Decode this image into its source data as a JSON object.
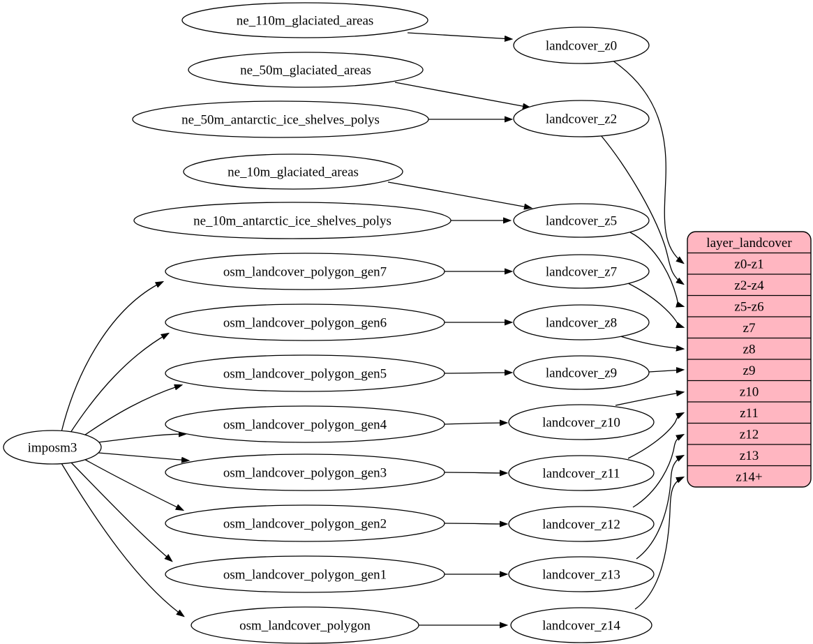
{
  "diagram": {
    "type": "dependency-graph",
    "colors": {
      "background": "#ffffff",
      "node_fill": "#ffffff",
      "node_stroke": "#000000",
      "edge_stroke": "#000000",
      "table_fill": "#ffb6c1",
      "table_stroke": "#000000",
      "text": "#000000"
    },
    "nodes": [
      {
        "id": "imposm3",
        "label": "imposm3"
      },
      {
        "id": "ne_110m_glaciated_areas",
        "label": "ne_110m_glaciated_areas"
      },
      {
        "id": "ne_50m_glaciated_areas",
        "label": "ne_50m_glaciated_areas"
      },
      {
        "id": "ne_50m_antarctic_ice_shelves_polys",
        "label": "ne_50m_antarctic_ice_shelves_polys"
      },
      {
        "id": "ne_10m_glaciated_areas",
        "label": "ne_10m_glaciated_areas"
      },
      {
        "id": "ne_10m_antarctic_ice_shelves_polys",
        "label": "ne_10m_antarctic_ice_shelves_polys"
      },
      {
        "id": "osm_landcover_polygon_gen7",
        "label": "osm_landcover_polygon_gen7"
      },
      {
        "id": "osm_landcover_polygon_gen6",
        "label": "osm_landcover_polygon_gen6"
      },
      {
        "id": "osm_landcover_polygon_gen5",
        "label": "osm_landcover_polygon_gen5"
      },
      {
        "id": "osm_landcover_polygon_gen4",
        "label": "osm_landcover_polygon_gen4"
      },
      {
        "id": "osm_landcover_polygon_gen3",
        "label": "osm_landcover_polygon_gen3"
      },
      {
        "id": "osm_landcover_polygon_gen2",
        "label": "osm_landcover_polygon_gen2"
      },
      {
        "id": "osm_landcover_polygon_gen1",
        "label": "osm_landcover_polygon_gen1"
      },
      {
        "id": "osm_landcover_polygon",
        "label": "osm_landcover_polygon"
      },
      {
        "id": "landcover_z0",
        "label": "landcover_z0"
      },
      {
        "id": "landcover_z2",
        "label": "landcover_z2"
      },
      {
        "id": "landcover_z5",
        "label": "landcover_z5"
      },
      {
        "id": "landcover_z7",
        "label": "landcover_z7"
      },
      {
        "id": "landcover_z8",
        "label": "landcover_z8"
      },
      {
        "id": "landcover_z9",
        "label": "landcover_z9"
      },
      {
        "id": "landcover_z10",
        "label": "landcover_z10"
      },
      {
        "id": "landcover_z11",
        "label": "landcover_z11"
      },
      {
        "id": "landcover_z12",
        "label": "landcover_z12"
      },
      {
        "id": "landcover_z13",
        "label": "landcover_z13"
      },
      {
        "id": "landcover_z14",
        "label": "landcover_z14"
      }
    ],
    "table": {
      "id": "layer_landcover",
      "title": "layer_landcover",
      "rows": [
        "z0-z1",
        "z2-z4",
        "z5-z6",
        "z7",
        "z8",
        "z9",
        "z10",
        "z11",
        "z12",
        "z13",
        "z14+"
      ]
    },
    "edges": [
      {
        "from": "ne_110m_glaciated_areas",
        "to": "landcover_z0"
      },
      {
        "from": "ne_50m_glaciated_areas",
        "to": "landcover_z2"
      },
      {
        "from": "ne_50m_antarctic_ice_shelves_polys",
        "to": "landcover_z2"
      },
      {
        "from": "ne_10m_glaciated_areas",
        "to": "landcover_z5"
      },
      {
        "from": "ne_10m_antarctic_ice_shelves_polys",
        "to": "landcover_z5"
      },
      {
        "from": "imposm3",
        "to": "osm_landcover_polygon_gen7"
      },
      {
        "from": "imposm3",
        "to": "osm_landcover_polygon_gen6"
      },
      {
        "from": "imposm3",
        "to": "osm_landcover_polygon_gen5"
      },
      {
        "from": "imposm3",
        "to": "osm_landcover_polygon_gen4"
      },
      {
        "from": "imposm3",
        "to": "osm_landcover_polygon_gen3"
      },
      {
        "from": "imposm3",
        "to": "osm_landcover_polygon_gen2"
      },
      {
        "from": "imposm3",
        "to": "osm_landcover_polygon_gen1"
      },
      {
        "from": "imposm3",
        "to": "osm_landcover_polygon"
      },
      {
        "from": "osm_landcover_polygon_gen7",
        "to": "landcover_z7"
      },
      {
        "from": "osm_landcover_polygon_gen6",
        "to": "landcover_z8"
      },
      {
        "from": "osm_landcover_polygon_gen5",
        "to": "landcover_z9"
      },
      {
        "from": "osm_landcover_polygon_gen4",
        "to": "landcover_z10"
      },
      {
        "from": "osm_landcover_polygon_gen3",
        "to": "landcover_z11"
      },
      {
        "from": "osm_landcover_polygon_gen2",
        "to": "landcover_z12"
      },
      {
        "from": "osm_landcover_polygon_gen1",
        "to": "landcover_z13"
      },
      {
        "from": "osm_landcover_polygon",
        "to": "landcover_z14"
      },
      {
        "from": "landcover_z0",
        "to": "layer_landcover.z0-z1"
      },
      {
        "from": "landcover_z2",
        "to": "layer_landcover.z2-z4"
      },
      {
        "from": "landcover_z5",
        "to": "layer_landcover.z5-z6"
      },
      {
        "from": "landcover_z7",
        "to": "layer_landcover.z7"
      },
      {
        "from": "landcover_z8",
        "to": "layer_landcover.z8"
      },
      {
        "from": "landcover_z9",
        "to": "layer_landcover.z9"
      },
      {
        "from": "landcover_z10",
        "to": "layer_landcover.z10"
      },
      {
        "from": "landcover_z11",
        "to": "layer_landcover.z11"
      },
      {
        "from": "landcover_z12",
        "to": "layer_landcover.z12"
      },
      {
        "from": "landcover_z13",
        "to": "layer_landcover.z13"
      },
      {
        "from": "landcover_z14",
        "to": "layer_landcover.z14+"
      }
    ]
  }
}
